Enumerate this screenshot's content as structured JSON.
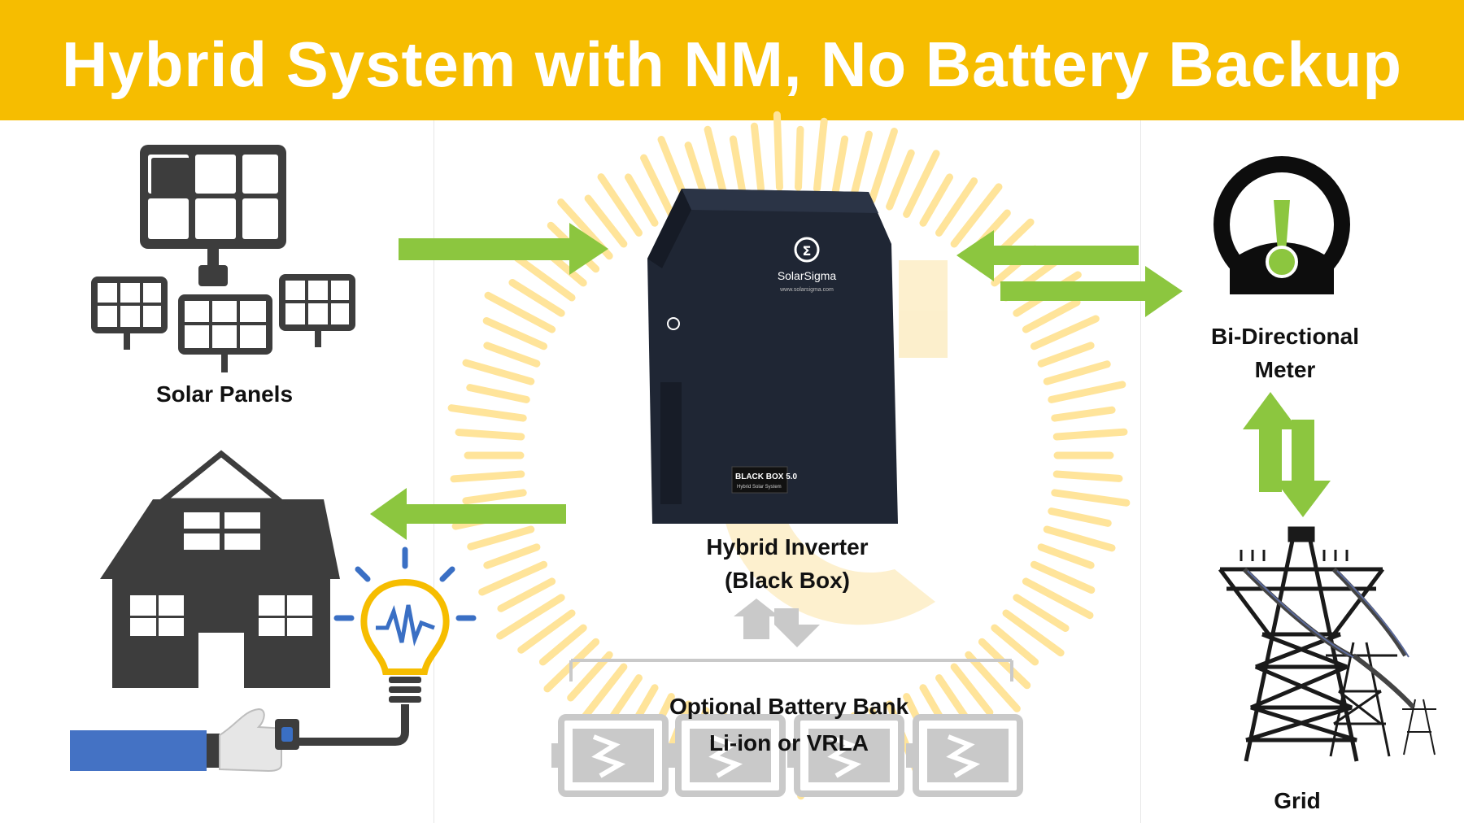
{
  "title": "Hybrid System with NM, No Battery Backup",
  "labels": {
    "solar_panels": "Solar Panels",
    "meter_line1": "Bi-Directional",
    "meter_line2": "Meter",
    "inverter_line1": "Hybrid Inverter",
    "inverter_line2": "(Black Box)",
    "battery_line1": "Optional Battery Bank",
    "battery_line2": "Li-ion or VRLA",
    "grid": "Grid"
  },
  "inverter_device": {
    "brand": "SolarSigma",
    "website": "www.solarsigma.com",
    "model": "BLACK BOX 5.0",
    "model_sub": "Hybrid Solar System"
  },
  "colors": {
    "banner": "#f6bd00",
    "arrow_green": "#8cc63f",
    "icon_dark": "#3d3d3d",
    "sunburst": "#ffe49a",
    "inverter_body": "#1f2634",
    "meter_needle": "#8cc63f",
    "bulb_outline": "#f6bd00",
    "sleeve_blue": "#4472c4",
    "faded_gray": "#c9c9c9"
  },
  "icons": [
    "solar-panel-icon",
    "house-icon",
    "light-bulb-icon",
    "hand-switch-icon",
    "meter-icon",
    "transmission-tower-icon",
    "battery-icon"
  ]
}
